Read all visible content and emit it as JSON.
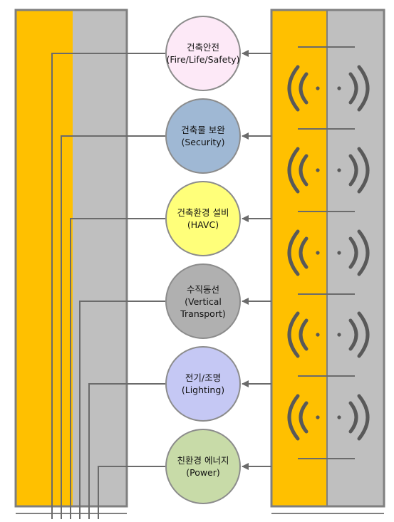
{
  "colors": {
    "gold": "#ffc000",
    "gray_panel": "#bfbfbf",
    "frame": "#7f7f7f",
    "line": "#6b6b6b",
    "wave": "#595959"
  },
  "wireless_icon": "wireless-signal-icon",
  "systems": [
    {
      "name_ko": "건축안전",
      "name_en": [
        "(Fire/Life/Safety)"
      ],
      "color": "#fde9f7"
    },
    {
      "name_ko": "건축물 보완",
      "name_en": [
        "(Security)"
      ],
      "color": "#9fb8d4"
    },
    {
      "name_ko": "건축환경 설비",
      "name_en": [
        "(HAVC)"
      ],
      "color": "#ffff7a"
    },
    {
      "name_ko": "수직동선",
      "name_en": [
        "(Vertical",
        "Transport)"
      ],
      "color": "#b0b0b0"
    },
    {
      "name_ko": "전기/조명",
      "name_en": [
        "(Lighting)"
      ],
      "color": "#c5c8f4"
    },
    {
      "name_ko": "친환경 에너지",
      "name_en": [
        "(Power)"
      ],
      "color": "#c8dba8"
    }
  ]
}
